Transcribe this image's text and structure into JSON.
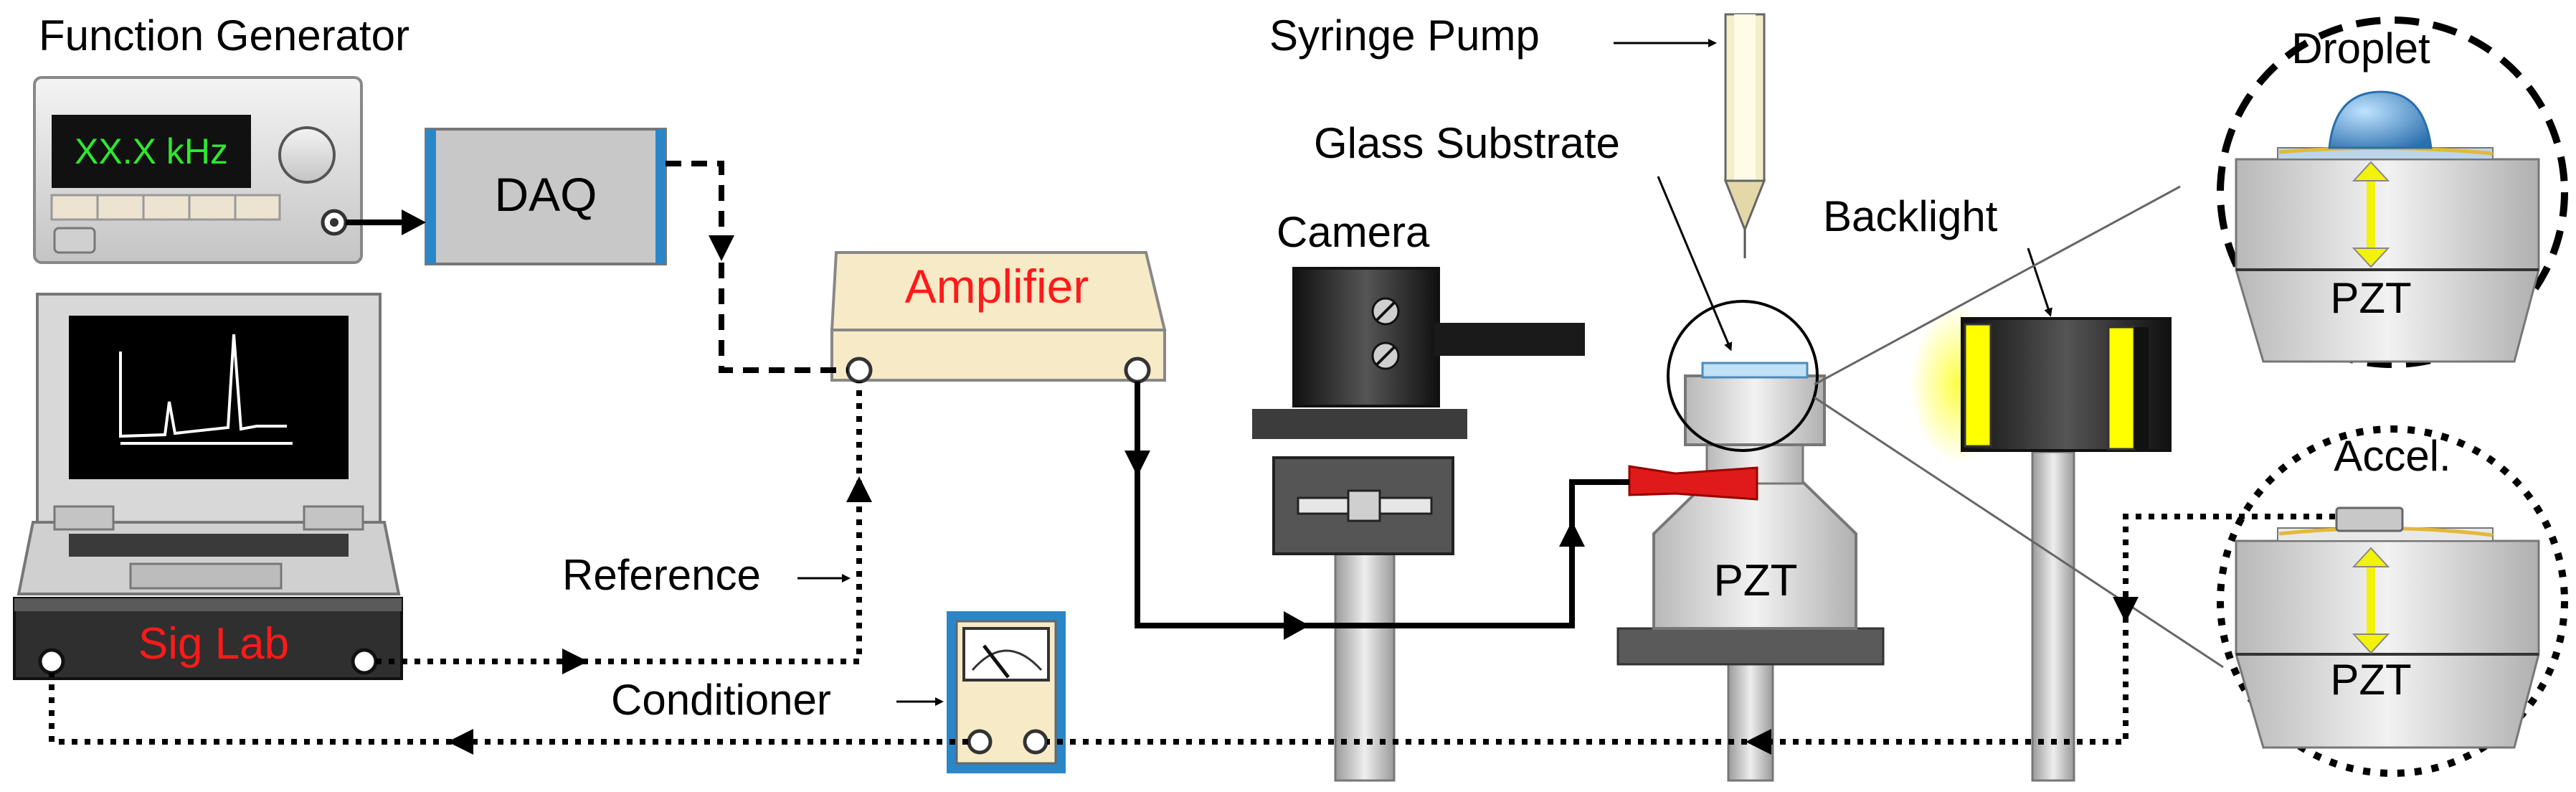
{
  "labels": {
    "function_generator": "Function Generator",
    "fg_display": "XX.X kHz",
    "daq": "DAQ",
    "amplifier": "Amplifier",
    "sig_lab": "Sig Lab",
    "reference": "Reference",
    "conditioner": "Conditioner",
    "camera": "Camera",
    "syringe_pump": "Syringe Pump",
    "glass_substrate": "Glass Substrate",
    "backlight": "Backlight",
    "pzt_main": "PZT",
    "droplet": "Droplet",
    "pzt_inset_top": "PZT",
    "accel": "Accel.",
    "pzt_inset_bottom": "PZT"
  },
  "colors": {
    "display_bg": "#111111",
    "display_text": "#2ee82e",
    "amplifier_text": "#ff1a1a",
    "sig_lab_text": "#ff1a1a",
    "amplifier_body": "#f7eac6",
    "daq_trim": "#2b86c8",
    "conditioner_trim": "#2b86c8",
    "red_connector": "#e01a1a",
    "yellow_arrow": "#f2f20a",
    "droplet": "#3f8fc9",
    "backlight_glow": "#ffff33"
  },
  "icons": [
    "knob-icon",
    "bnc-connector-icon",
    "arrow-icon",
    "gauge-needle-icon",
    "screw-icon"
  ]
}
